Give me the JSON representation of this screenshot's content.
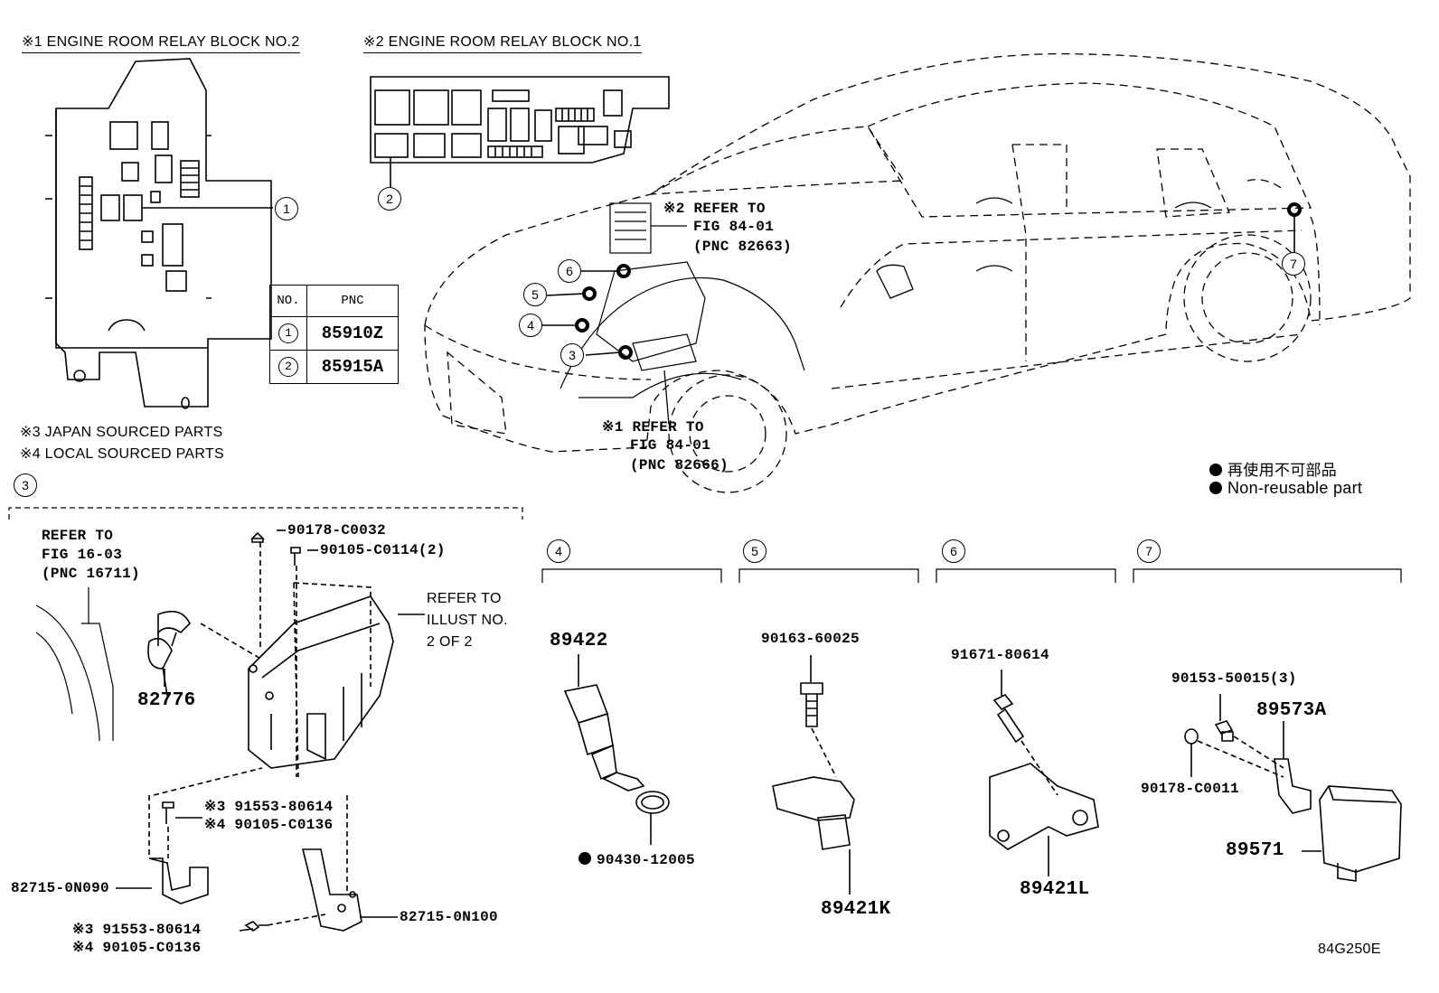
{
  "figure_code": "84G250E",
  "headers": {
    "relay_no2": "※1 ENGINE ROOM RELAY BLOCK  NO.2",
    "relay_no1": "※2 ENGINE ROOM RELAY BLOCK  NO.1"
  },
  "footnotes": {
    "japan": "※3 JAPAN SOURCED PARTS",
    "local": "※4 LOCAL SOURCED PARTS"
  },
  "pnc_table": {
    "col_no": "NO.",
    "col_pnc": "PNC",
    "rows": [
      {
        "no": "1",
        "pnc": "85910Z"
      },
      {
        "no": "2",
        "pnc": "85915A"
      }
    ]
  },
  "car_refs": {
    "ref2_l1": "※2 REFER TO",
    "ref2_l2": "FIG 84-01",
    "ref2_l3": "(PNC 82663)",
    "ref1_l1": "※1 REFER TO",
    "ref1_l2": "FIG 84-01",
    "ref1_l3": "(PNC 82666)"
  },
  "legend": {
    "jp": "再使用不可部品",
    "en": "Non-reusable part"
  },
  "callouts": [
    "1",
    "2",
    "3",
    "4",
    "5",
    "6",
    "7"
  ],
  "section3": {
    "refer_fig_l1": "REFER TO",
    "refer_fig_l2": "FIG 16-03",
    "refer_fig_l3": "(PNC 16711)",
    "refer_illust_l1": "REFER TO",
    "refer_illust_l2": "ILLUST NO.",
    "refer_illust_l3": "2 OF 2",
    "p_90178_C0032": "90178-C0032",
    "p_90105_C0114": "90105-C0114(2)",
    "p_82776": "82776",
    "p_j1": "※3 91553-80614",
    "p_l1": "※4 90105-C0136",
    "p_82715_0N090": "82715-0N090",
    "p_82715_0N100": "82715-0N100",
    "p_j2": "※3 91553-80614",
    "p_l2": "※4 90105-C0136"
  },
  "section4": {
    "p_89422": "89422",
    "p_90430": "90430-12005"
  },
  "section5": {
    "p_90163": "90163-60025",
    "p_89421K": "89421K"
  },
  "section6": {
    "p_91671": "91671-80614",
    "p_89421L": "89421L"
  },
  "section7": {
    "p_90153": "90153-50015(3)",
    "p_89573A": "89573A",
    "p_90178_C0011": "90178-C0011",
    "p_89571": "89571"
  }
}
